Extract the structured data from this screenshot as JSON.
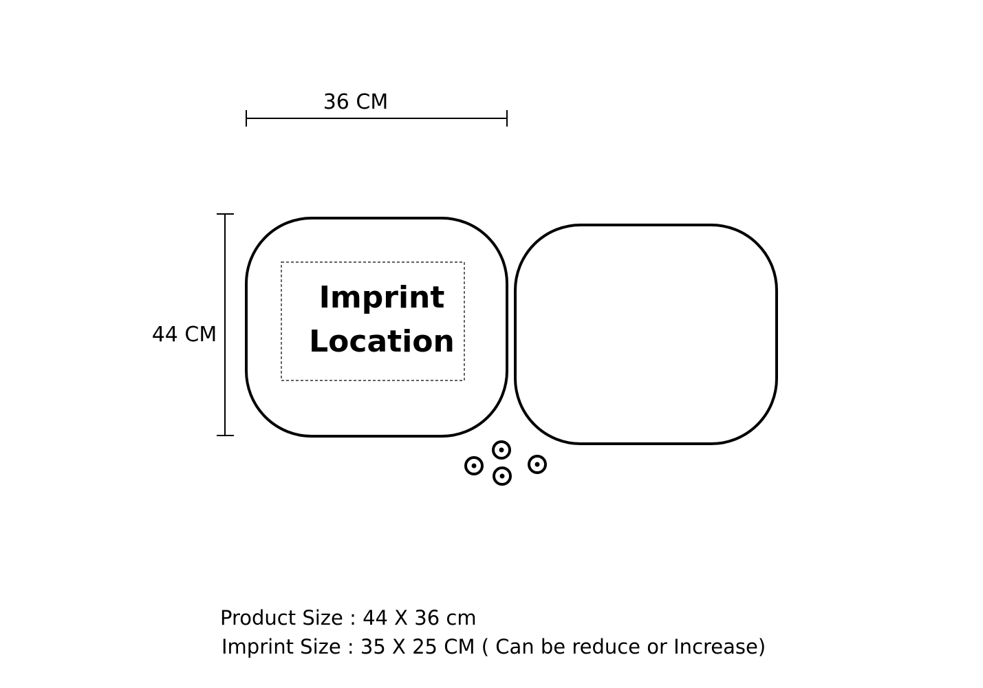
{
  "dimensions": {
    "width_label": "36 CM",
    "height_label": "44 CM"
  },
  "imprint_area": {
    "line1": "Imprint",
    "line2": "Location"
  },
  "specs": {
    "product_size": "Product Size : 44 X 36 cm",
    "imprint_size": "Imprint Size : 35 X 25 CM ( Can be reduce or Increase)"
  },
  "colors": {
    "stroke": "#000000",
    "background": "#ffffff"
  },
  "icons": {
    "suction_cup": "suction-cup-icon"
  }
}
